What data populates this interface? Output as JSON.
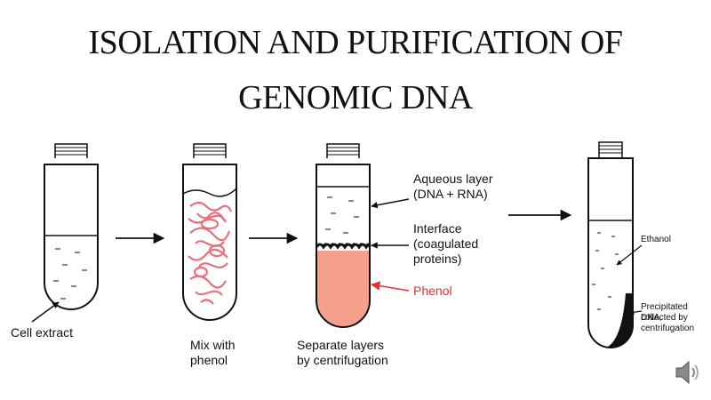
{
  "title": {
    "line1": "ISOLATION AND  PURIFICATION OF",
    "line2": "GENOMIC DNA"
  },
  "step1": {
    "label": "Cell extract"
  },
  "step2": {
    "label_line1": "Mix with",
    "label_line2": "phenol"
  },
  "step3": {
    "label_line1": "Separate layers",
    "label_line2": "by centrifugation",
    "aqueous_line1": "Aqueous layer",
    "aqueous_line2": "(DNA + RNA)",
    "interface_line1": "Interface",
    "interface_line2": "(coagulated",
    "interface_line3": "proteins)",
    "phenol": "Phenol"
  },
  "step4": {
    "ethanol": "Ethanol",
    "precip_line1": "Precipitated DNA,",
    "precip_line2": "collected by",
    "precip_line3": "centrifugation"
  },
  "colors": {
    "phenol": "#f4a08c",
    "phenol_label": "#e2323c",
    "mixed_clumps": "#e8707a"
  },
  "icons": {
    "sound": "speaker-icon"
  }
}
